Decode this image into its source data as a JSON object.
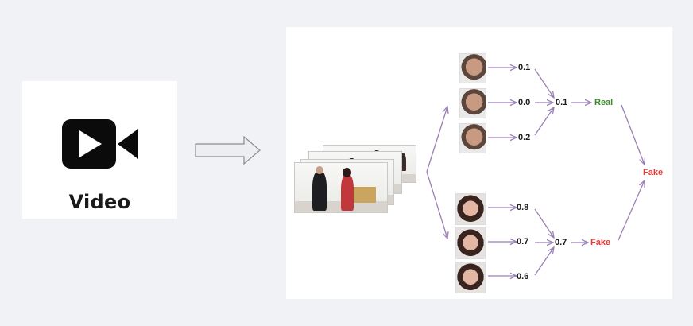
{
  "input": {
    "label": "Video",
    "icon": "video-camera-icon"
  },
  "flow_arrow": "arrow-right-icon",
  "top_branch": {
    "scores": [
      "0.1",
      "0.0",
      "0.2"
    ],
    "aggregate": "0.1",
    "verdict": "Real"
  },
  "bottom_branch": {
    "scores": [
      "0.8",
      "0.7",
      "0.6"
    ],
    "aggregate": "0.7",
    "verdict": "Fake"
  },
  "final_verdict": "Fake",
  "colors": {
    "edge": "#9b7fb6",
    "real": "#3a8a2a",
    "fake": "#e53935",
    "panel": "#ffffff",
    "background": "#f1f2f6"
  }
}
